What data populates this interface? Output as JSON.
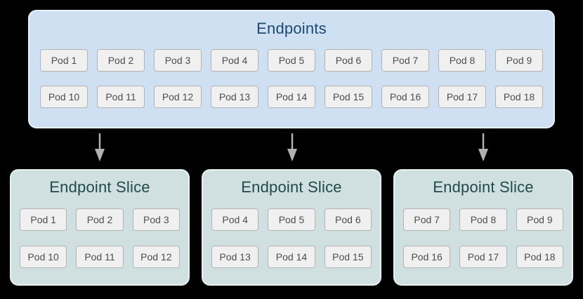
{
  "colors": {
    "background": "#000000",
    "endpoints_fill": "#cfe0f2",
    "endpoints_title": "#1a4a73",
    "slice_fill": "#d0e0e0",
    "slice_title": "#1f4a49",
    "pod_fill": "#f0f0f0",
    "pod_border": "#b3b3b3",
    "pod_text": "#4d4d4d",
    "arrow": "#b0b0b0"
  },
  "endpoints_box": {
    "title": "Endpoints",
    "pods": [
      "Pod 1",
      "Pod 2",
      "Pod 3",
      "Pod 4",
      "Pod 5",
      "Pod 6",
      "Pod 7",
      "Pod 8",
      "Pod 9",
      "Pod 10",
      "Pod 11",
      "Pod 12",
      "Pod 13",
      "Pod 14",
      "Pod 15",
      "Pod 16",
      "Pod 17",
      "Pod 18"
    ]
  },
  "arrows": {
    "count": 3,
    "icon": "down-arrow"
  },
  "slices": [
    {
      "title": "Endpoint Slice",
      "pods": [
        "Pod 1",
        "Pod 2",
        "Pod 3",
        "Pod 10",
        "Pod 11",
        "Pod 12"
      ]
    },
    {
      "title": "Endpoint Slice",
      "pods": [
        "Pod 4",
        "Pod 5",
        "Pod 6",
        "Pod 13",
        "Pod 14",
        "Pod 15"
      ]
    },
    {
      "title": "Endpoint Slice",
      "pods": [
        "Pod 7",
        "Pod 8",
        "Pod 9",
        "Pod 16",
        "Pod 17",
        "Pod 18"
      ]
    }
  ]
}
